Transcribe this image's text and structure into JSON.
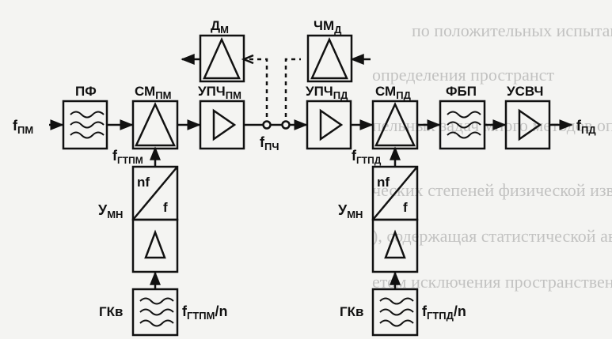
{
  "blocks": {
    "pf": "ПФ",
    "sm_pm_main": "СМ",
    "sm_pm_sub": "ПМ",
    "upch_pm_main": "УПЧ",
    "upch_pm_sub": "ПМ",
    "dm_main": "Д",
    "dm_sub": "М",
    "chm_main": "ЧМ",
    "chm_sub": "Д",
    "upch_pd_main": "УПЧ",
    "upch_pd_sub": "ПД",
    "sm_pd_main": "СМ",
    "sm_pd_sub": "ПД",
    "fbp": "ФБП",
    "usvch": "УСВЧ"
  },
  "signals": {
    "f_pm_main": "f",
    "f_pm_sub": "ПМ",
    "f_pch_main": "f",
    "f_pch_sub": "ПЧ",
    "f_pd_main": "f",
    "f_pd_sub": "ПД",
    "f_gtpm_main": "f",
    "f_gtpm_sub": "ГТПМ",
    "f_gtpd_main": "f",
    "f_gtpd_sub": "ГТПД",
    "f_gtpm_n_main": "f",
    "f_gtpm_n_sub": "ГТПМ",
    "f_gtpm_n_tail": "/n",
    "f_gtpd_n_main": "f",
    "f_gtpd_n_sub": "ГТПД",
    "f_gtpd_n_tail": "/n"
  },
  "multiplier": {
    "left_main": "У",
    "left_sub": "МН",
    "right_main": "У",
    "right_sub": "МН",
    "nf": "nf",
    "f": "f"
  },
  "oscillator": {
    "left": "ГКв",
    "right": "ГКв"
  },
  "background_lines": [
    "по положительных испытаниях и пропуска со",
    "определения пространст",
    "пельных задач много методов определения",
    "ческих степеней физической известности. Изв",
    "), содержащая статистической автор сигнально",
    "етом исключения пространственной области"
  ]
}
